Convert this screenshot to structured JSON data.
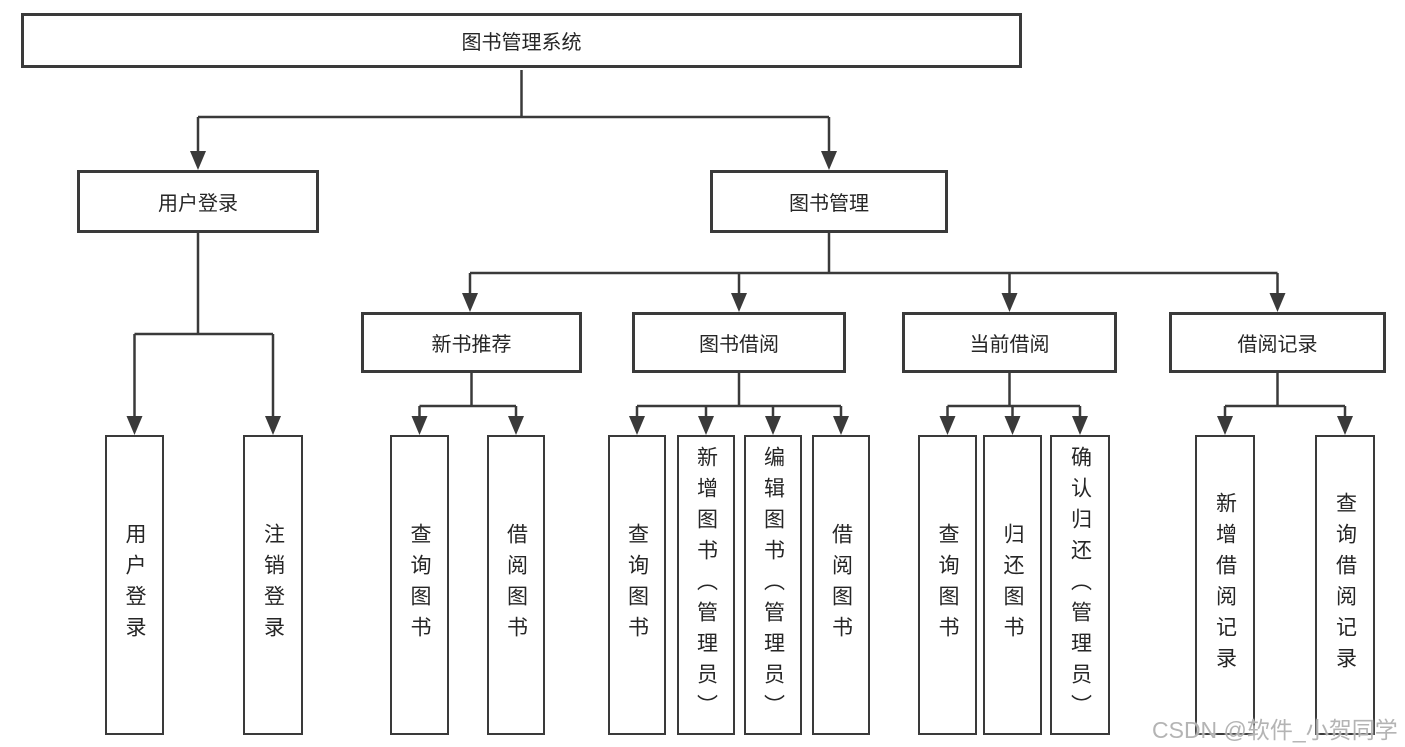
{
  "diagram": {
    "root": {
      "label": "图书管理系统"
    },
    "level2": [
      {
        "label": "用户登录"
      },
      {
        "label": "图书管理"
      }
    ],
    "level3": [
      {
        "label": "新书推荐"
      },
      {
        "label": "图书借阅"
      },
      {
        "label": "当前借阅"
      },
      {
        "label": "借阅记录"
      }
    ],
    "leaves": {
      "user_login": [
        {
          "label": "用户登录"
        },
        {
          "label": "注销登录"
        }
      ],
      "new_book_recommend": [
        {
          "label": "查询图书"
        },
        {
          "label": "借阅图书"
        }
      ],
      "book_borrow": [
        {
          "label": "查询图书"
        },
        {
          "label": "新增图书（管理员）"
        },
        {
          "label": "编辑图书（管理员）"
        },
        {
          "label": "借阅图书"
        }
      ],
      "current_borrow": [
        {
          "label": "查询图书"
        },
        {
          "label": "归还图书"
        },
        {
          "label": "确认归还（管理员）"
        }
      ],
      "borrow_record": [
        {
          "label": "新增借阅记录"
        },
        {
          "label": "查询借阅记录"
        }
      ]
    }
  },
  "watermark": {
    "text": "CSDN @软件_小贺同学"
  },
  "colors": {
    "line": "#3a3a3a",
    "box_border": "#3a3a3a",
    "text": "#262626",
    "background": "#ffffff",
    "watermark": "#b0b0b0"
  }
}
